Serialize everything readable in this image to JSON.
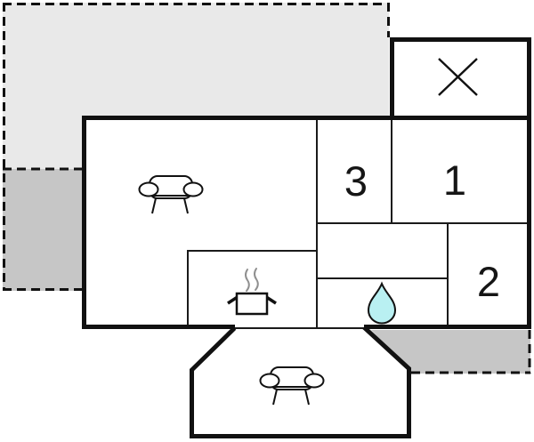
{
  "colors": {
    "background": "#ffffff",
    "wall": "#111111",
    "thin_line": "#1a1a1a",
    "terrace_light_gray": "#e9e9e9",
    "terrace_dark_gray": "#c6c6c6",
    "water_drop_fill": "#b9f0f2",
    "water_drop_outline": "#111111",
    "steam_gray": "#8f8f8f",
    "room_label_color": "#151515"
  },
  "rooms": {
    "room1": {
      "label": "1"
    },
    "room2": {
      "label": "2"
    },
    "room3": {
      "label": "3"
    }
  },
  "icons": {
    "cross": "cross-icon",
    "sofa_living_room": "sofa-icon",
    "sofa_terrace": "sofa-icon",
    "cooking_pot": "cooking-pot-icon",
    "water_drop": "water-drop-icon"
  }
}
